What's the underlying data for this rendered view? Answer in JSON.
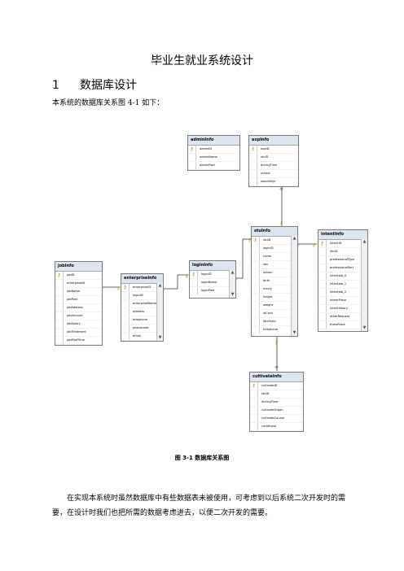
{
  "doc": {
    "title": "毕业生就业系统设计",
    "section_num": "1",
    "section_title": "数据库设计",
    "intro": "本系统的数据库关系图 4-1 如下：",
    "caption": "图 3-1 数据库关系图",
    "paragraph": "在实现本系统时虽然数据库中有些数据表未被使用，可考虑到以后系统二次开发时的需要，在设计时我们也把所需的数据考虑进去，以便二次开发的需要。"
  },
  "tables": {
    "adminInfo": {
      "name": "adminInfo",
      "fields": [
        "adminID",
        "adminName",
        "adminPwd"
      ]
    },
    "expInfo": {
      "name": "expInfo",
      "fields": [
        "expID",
        "stuID",
        "duringTime",
        "school",
        "specialityr"
      ]
    },
    "jobInfo": {
      "name": "jobInfo",
      "fields": [
        "jobID",
        "enterpriseID",
        "jobName",
        "jobPost",
        "jobAddress",
        "jobAmount",
        "jobSalary",
        "jobTreatment",
        "jobMadTime"
      ]
    },
    "enterpriseInfo": {
      "name": "enterpriseInfo",
      "fields": [
        "enterpriseID",
        "loginID",
        "enterpriseName",
        "address",
        "telephone",
        "postalcode",
        "email"
      ]
    },
    "loginInfo": {
      "name": "loginInfo",
      "fields": [
        "loginID",
        "loginName",
        "loginPwd"
      ]
    },
    "stuInfo": {
      "name": "stuInfo",
      "fields": [
        "stuID",
        "loginID",
        "name",
        "sex",
        "nation",
        "birth",
        "marry",
        "height",
        "weight",
        "idCard",
        "IdioStyle",
        "telephone"
      ]
    },
    "intentInfo": {
      "name": "intentInfo",
      "fields": [
        "intentID",
        "stuID",
        "professionalType",
        "professionalSort",
        "intentJob_0",
        "intentJob_1",
        "intentJob_2",
        "intentPlace",
        "intentSalary",
        "otherRequest",
        "thresPlace"
      ]
    },
    "cultivateInfo": {
      "name": "cultivateInfo",
      "fields": [
        "cultivateID",
        "stuID",
        "duringTime",
        "cultivateOrgan",
        "cultivateCourse",
        "certificate"
      ]
    }
  }
}
